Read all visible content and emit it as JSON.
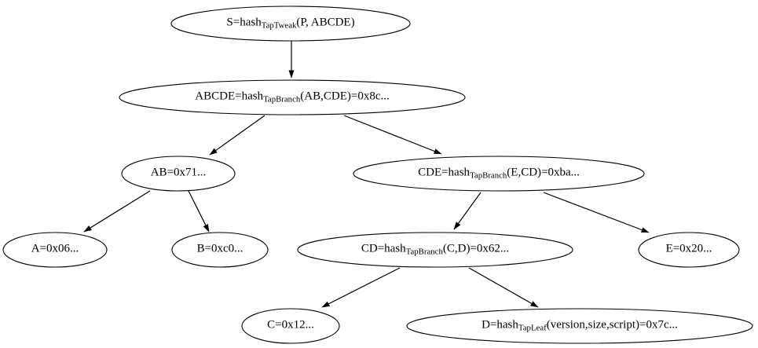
{
  "diagram": {
    "title": "taproot-merkle-tree",
    "background_color": "#ffffff",
    "stroke_color": "#000000",
    "text_color": "#000000"
  },
  "nodes": {
    "S": {
      "pre": "S=hash",
      "sub": "TapTweak",
      "post": "(P, ABCDE)"
    },
    "ABCDE": {
      "pre": "ABCDE=hash",
      "sub": "TapBranch",
      "post": "(AB,CDE)=0x8c..."
    },
    "AB": {
      "pre": "AB=0x71...",
      "sub": "",
      "post": ""
    },
    "CDE": {
      "pre": "CDE=hash",
      "sub": "TapBranch",
      "post": "(E,CD)=0xba..."
    },
    "A": {
      "pre": "A=0x06...",
      "sub": "",
      "post": ""
    },
    "B": {
      "pre": "B=0xc0...",
      "sub": "",
      "post": ""
    },
    "CD": {
      "pre": "CD=hash",
      "sub": "TapBranch",
      "post": "(C,D)=0x62..."
    },
    "E": {
      "pre": "E=0x20...",
      "sub": "",
      "post": ""
    },
    "C": {
      "pre": "C=0x12...",
      "sub": "",
      "post": ""
    },
    "D": {
      "pre": "D=hash",
      "sub": "TapLeaf",
      "post": "(version,size,script)=0x7c..."
    }
  },
  "edges": [
    {
      "from": "S",
      "to": "ABCDE"
    },
    {
      "from": "ABCDE",
      "to": "AB"
    },
    {
      "from": "ABCDE",
      "to": "CDE"
    },
    {
      "from": "AB",
      "to": "A"
    },
    {
      "from": "AB",
      "to": "B"
    },
    {
      "from": "CDE",
      "to": "CD"
    },
    {
      "from": "CDE",
      "to": "E"
    },
    {
      "from": "CD",
      "to": "C"
    },
    {
      "from": "CD",
      "to": "D"
    }
  ]
}
